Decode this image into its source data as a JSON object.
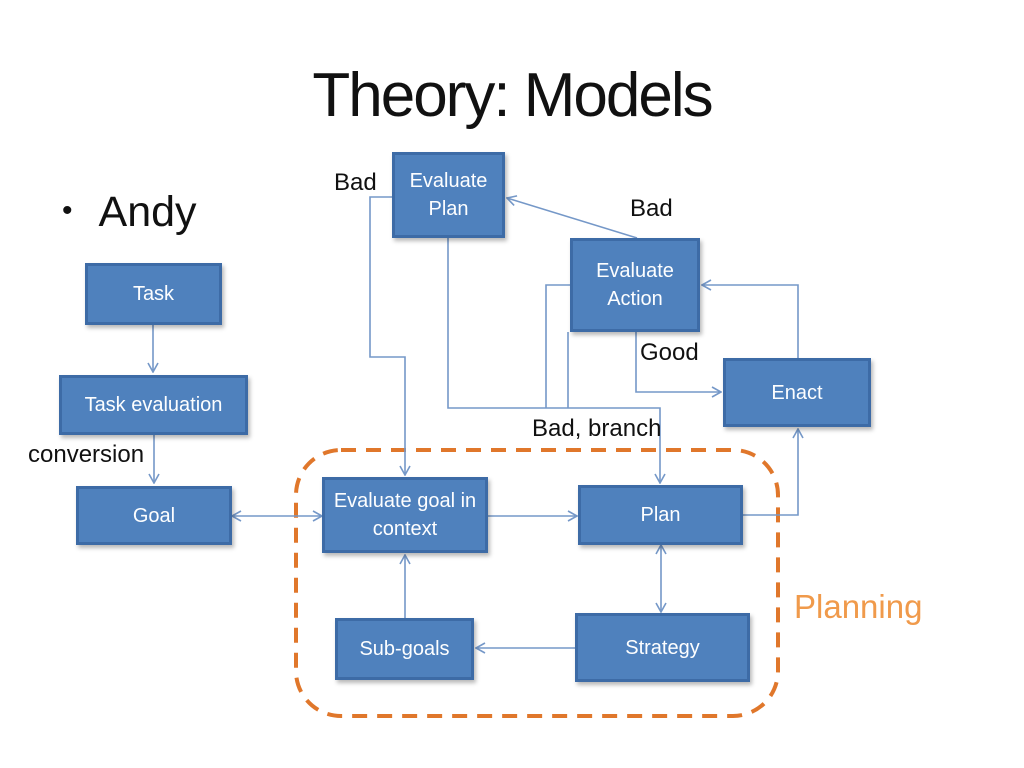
{
  "slide": {
    "title": "Theory: Models",
    "bullet_glyph": "•",
    "bullet": "Andy"
  },
  "nodes": {
    "task": {
      "label": "Task"
    },
    "task_evaluation": {
      "label": "Task evaluation"
    },
    "goal": {
      "label": "Goal"
    },
    "evaluate_plan": {
      "label": "Evaluate Plan"
    },
    "evaluate_action": {
      "label": "Evaluate Action"
    },
    "enact": {
      "label": "Enact"
    },
    "evaluate_goal_in_context": {
      "label": "Evaluate goal in context"
    },
    "plan": {
      "label": "Plan"
    },
    "sub_goals": {
      "label": "Sub-goals"
    },
    "strategy": {
      "label": "Strategy"
    }
  },
  "edge_labels": {
    "bad_plan": "Bad",
    "bad_action": "Bad",
    "good": "Good",
    "bad_branch": "Bad, branch",
    "conversion": "conversion"
  },
  "region": {
    "planning_label": "Planning"
  },
  "colors": {
    "background": "#ffffff",
    "box_fill": "#4f81bd",
    "box_border": "#3d6ba6",
    "box_text": "#ffffff",
    "connector": "#7598c8",
    "planning_outline": "#e0772b",
    "planning_text": "#f09a4b",
    "label_text": "#111111"
  }
}
